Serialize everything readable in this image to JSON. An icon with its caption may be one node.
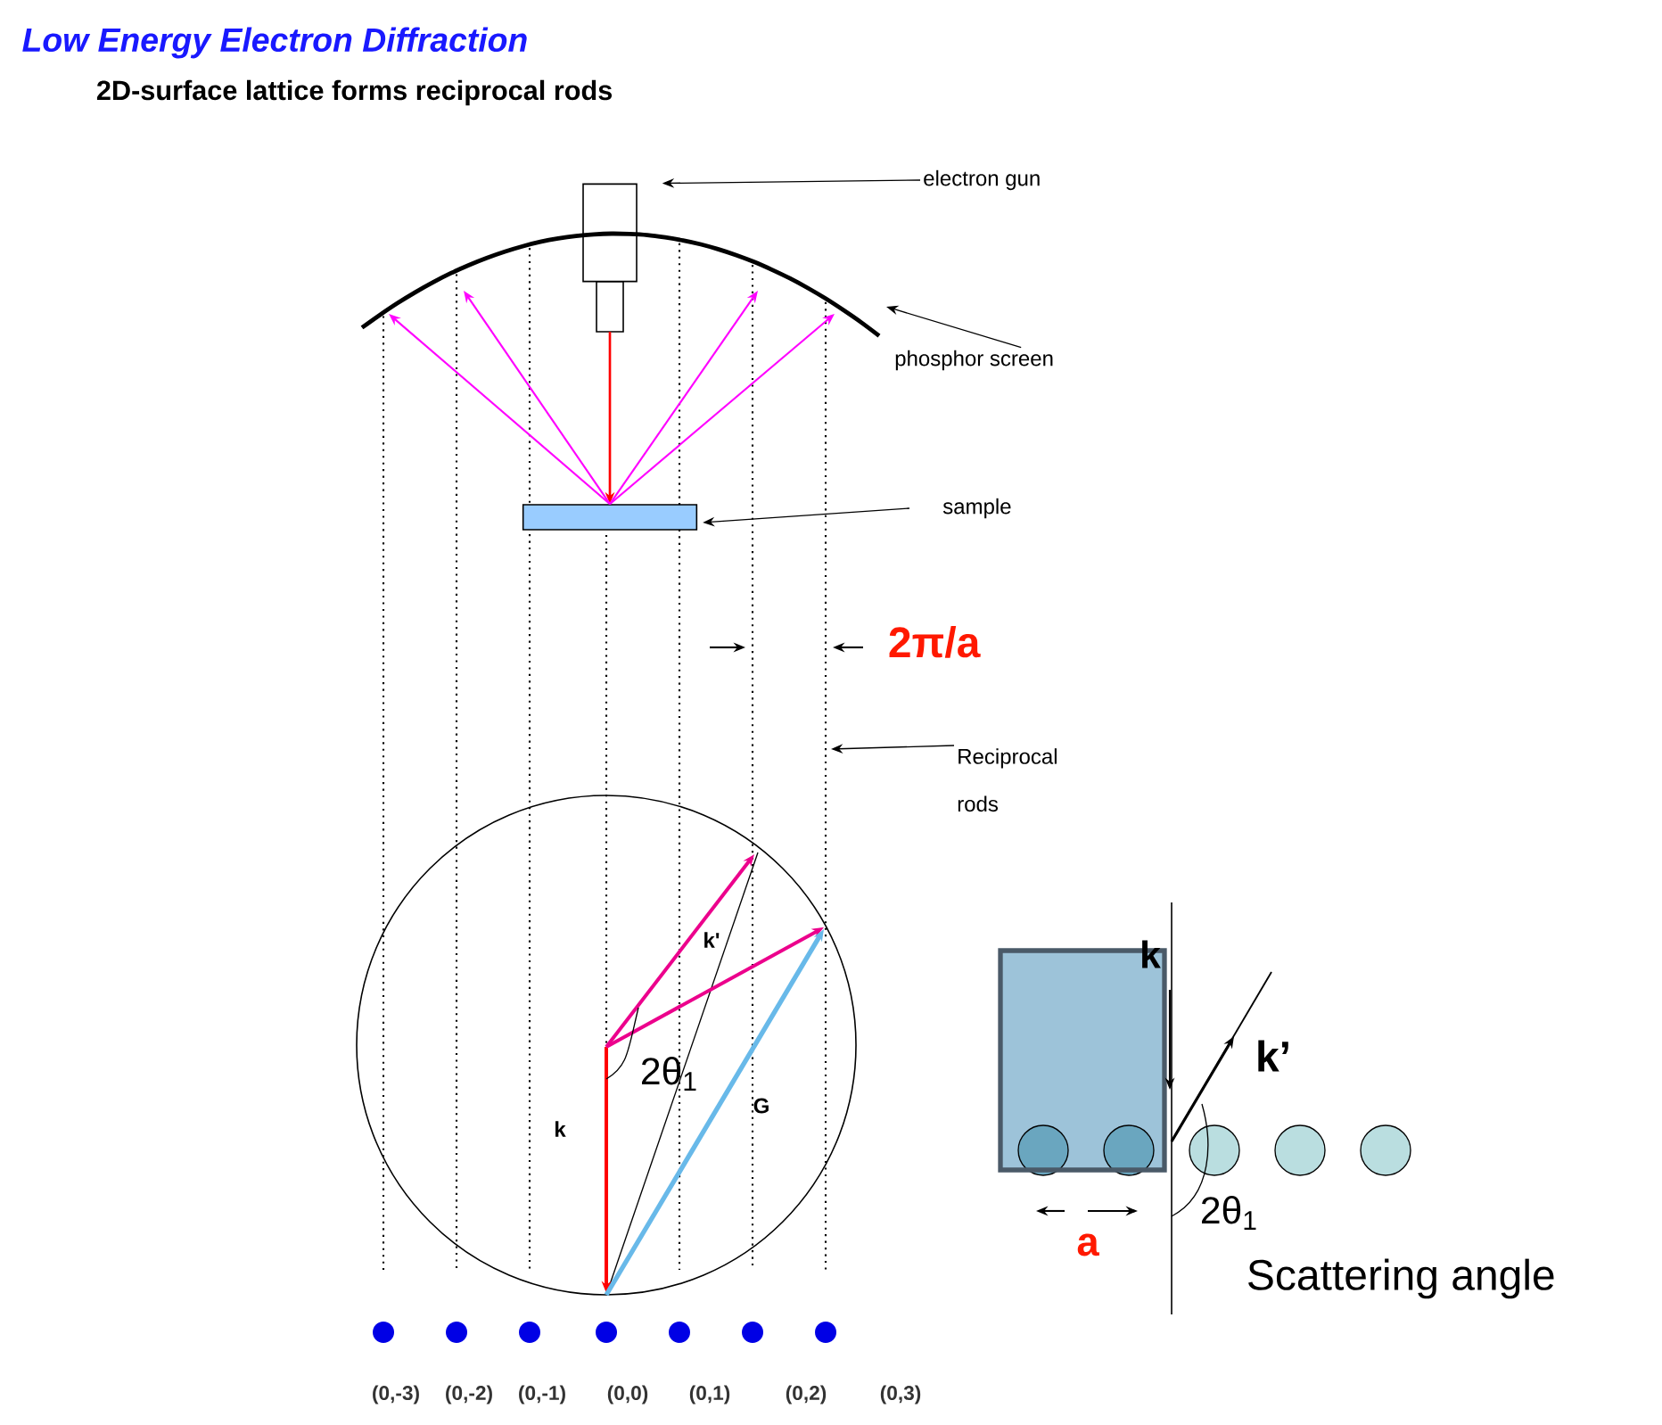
{
  "diagram": {
    "title": "Low Energy Electron Diffraction",
    "nodes": [
      {
        "text": [
          "electron gun"
        ]
      },
      {
        "text": [],
        "shape": "box"
      },
      {
        "text": [
          "phosphor screen"
        ]
      },
      {
        "text": [],
        "shape": "curve"
      },
      {
        "text": [
          "sample"
        ]
      },
      {
        "text": [],
        "shape": "box"
      },
      {
        "text": [
          "Reciprocal rods"
        ]
      }
    ],
    "edges": [
      {
        "from": 0,
        "to": 1,
        "arrow": "to"
      },
      {
        "from": 2,
        "to": 3,
        "arrow": "to"
      },
      {
        "from": 4,
        "to": 5,
        "arrow": "to"
      },
      {
        "from": 6,
        "to": null,
        "arrow": "to"
      },
      {
        "from": 1,
        "to": 5,
        "arrow": "to",
        "color": "#ff0000"
      },
      {
        "from": 5,
        "to": 3,
        "arrow": "to",
        "color": "#ff00ff"
      },
      {
        "from": 5,
        "to": 3,
        "arrow": "to",
        "color": "#ff00ff"
      },
      {
        "from": 5,
        "to": 3,
        "arrow": "to",
        "color": "#ff00ff"
      },
      {
        "from": 5,
        "to": 3,
        "arrow": "to",
        "color": "#ff00ff"
      }
    ],
    "labels": [
      "2D-surface lattice forms reciprocal rods",
      "2π/a",
      "k'",
      "2θ$_{1}$",
      "k",
      "G",
      "(0,-3)",
      "(0,-2)",
      "(0,-1)",
      "(0,0)",
      "(0,1)",
      "(0,2)",
      "(0,3)",
      "k",
      "k’",
      "a",
      "2θ$_{1}$",
      "Scattering angle"
    ]
  }
}
